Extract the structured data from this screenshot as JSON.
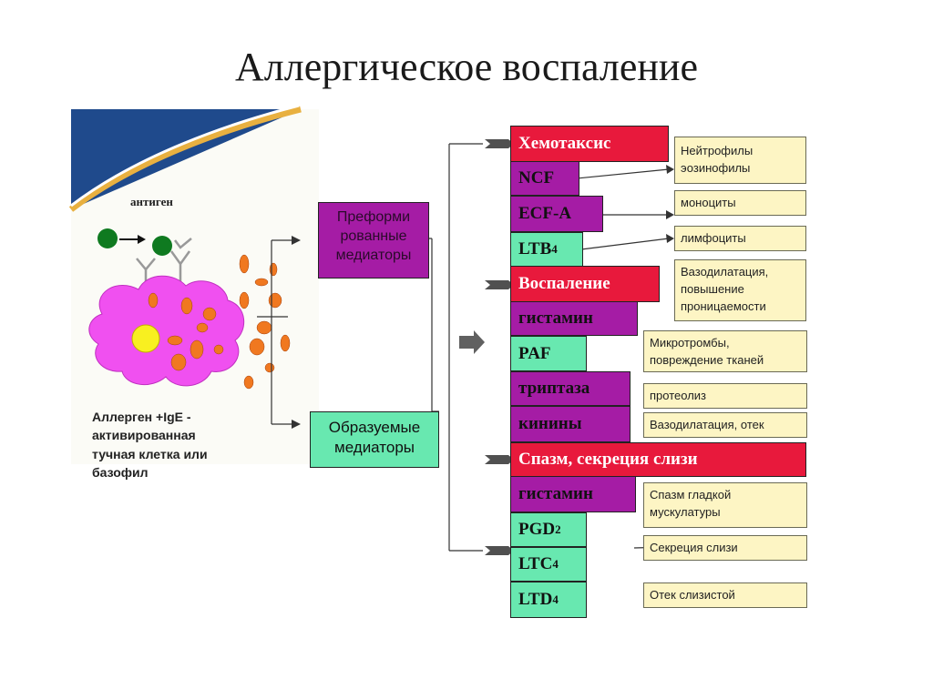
{
  "title": "Аллергическое воспаление",
  "left": {
    "antigen_label": "антиген",
    "cell_caption": [
      "Аллерген +IgE -",
      "активированная",
      "тучная клетка или",
      "базофил"
    ],
    "preformed": [
      "Преформи",
      "рованные",
      "медиаторы"
    ],
    "formed": [
      "Образуемые",
      "медиаторы"
    ]
  },
  "categories": {
    "chemotaxis": "Хемотаксис",
    "inflammation": "Воспаление",
    "spasm": "Спазм, секреция слизи"
  },
  "mediators": {
    "ncf": "NCF",
    "ecfa": "ECF-A",
    "ltb": "LTB",
    "ltb_sub": "4",
    "histamine1": "гистамин",
    "paf": "PAF",
    "tryptase": "триптаза",
    "kinins": "кинины",
    "histamine2": "гистамин",
    "pgd": "PGD",
    "pgd_sub": "2",
    "ltc": "LTC",
    "ltc_sub": "4",
    "ltd": "LTD",
    "ltd_sub": "4"
  },
  "effects": {
    "neutrophils": "Нейтрофилы",
    "eosinophils": "эозинофилы",
    "monocytes": "моноциты",
    "lymphocytes": "лимфоциты",
    "vasodilation1": "Вазодилатация,",
    "vasodilation2": "повышение",
    "vasodilation3": "проницаемости",
    "microthrombi1": "Микротромбы,",
    "microthrombi2": "повреждение тканей",
    "proteolysis": "протеолиз",
    "vasodilation_edema": "Вазодилатация, отек",
    "smooth_spasm1": "Спазм гладкой",
    "smooth_spasm2": "мускулатуры",
    "mucus": "Секреция слизи",
    "mucosa_edema": "Отек слизистой"
  },
  "colors": {
    "category_red": "#e8193c",
    "mediator_purple": "#a51ca5",
    "mediator_green": "#68e8b0",
    "note_yellow": "#fdf5c4",
    "cell_pink": "#f050f0",
    "granule_orange": "#f07820",
    "nucleus_yellow": "#f8f020",
    "antigen_green": "#0f7a20",
    "banner_blue": "#1f4a8c",
    "banner_gold": "#e8b040"
  }
}
